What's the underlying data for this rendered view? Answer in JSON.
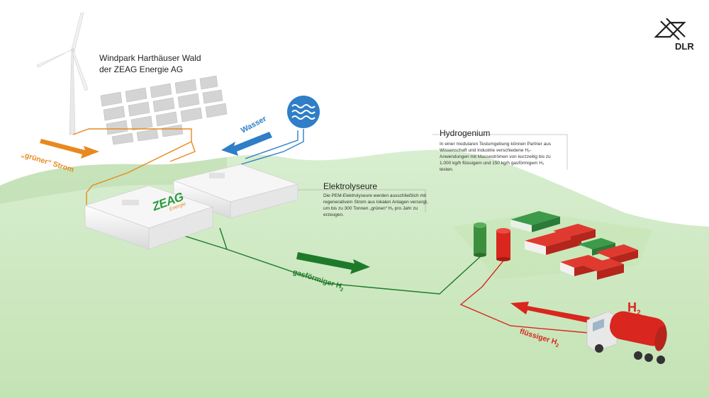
{
  "windpark": {
    "title_line1": "Windpark Harthäuser Wald",
    "title_line2": "der ZEAG Energie AG"
  },
  "logo": {
    "text": "DLR",
    "icon": "dlr-logo-icon"
  },
  "flows": {
    "strom": "„grüner“ Strom",
    "wasser": "Wasser",
    "gas": "gasförmiger H",
    "gas_sub": "2",
    "liquid": "flüssiger H",
    "liquid_sub": "2"
  },
  "truck": {
    "label": "H",
    "label_sub": "2"
  },
  "elektrolyseure": {
    "title": "Elektrolyseure",
    "body": "Die PEM-Elektrolyseure werden ausschließlich mit rege­nerativem Strom aus lokalen Anlagen versorgt, um bis zu 300 Tonnen „grünen“ H₂ pro Jahr zu erzeugen."
  },
  "hydrogenium": {
    "title": "Hydrogenium",
    "body": "In einer modularen Testumgebung können Partner aus Wissenschaft und Industrie verschiedene H₂-Anwendun­gen mit Masseströmen von kurzzeitig bis zu 1.000 kg/h flüssigem und 150 kg/h gasförmigem H₂ testen."
  },
  "building_logo": {
    "main": "ZEAG",
    "sub": "Energie"
  },
  "colors": {
    "ground": "#cfe8c0",
    "orange": "#e8891e",
    "blue": "#2f7ec7",
    "green": "#1e7a2b",
    "red": "#d9261e"
  }
}
